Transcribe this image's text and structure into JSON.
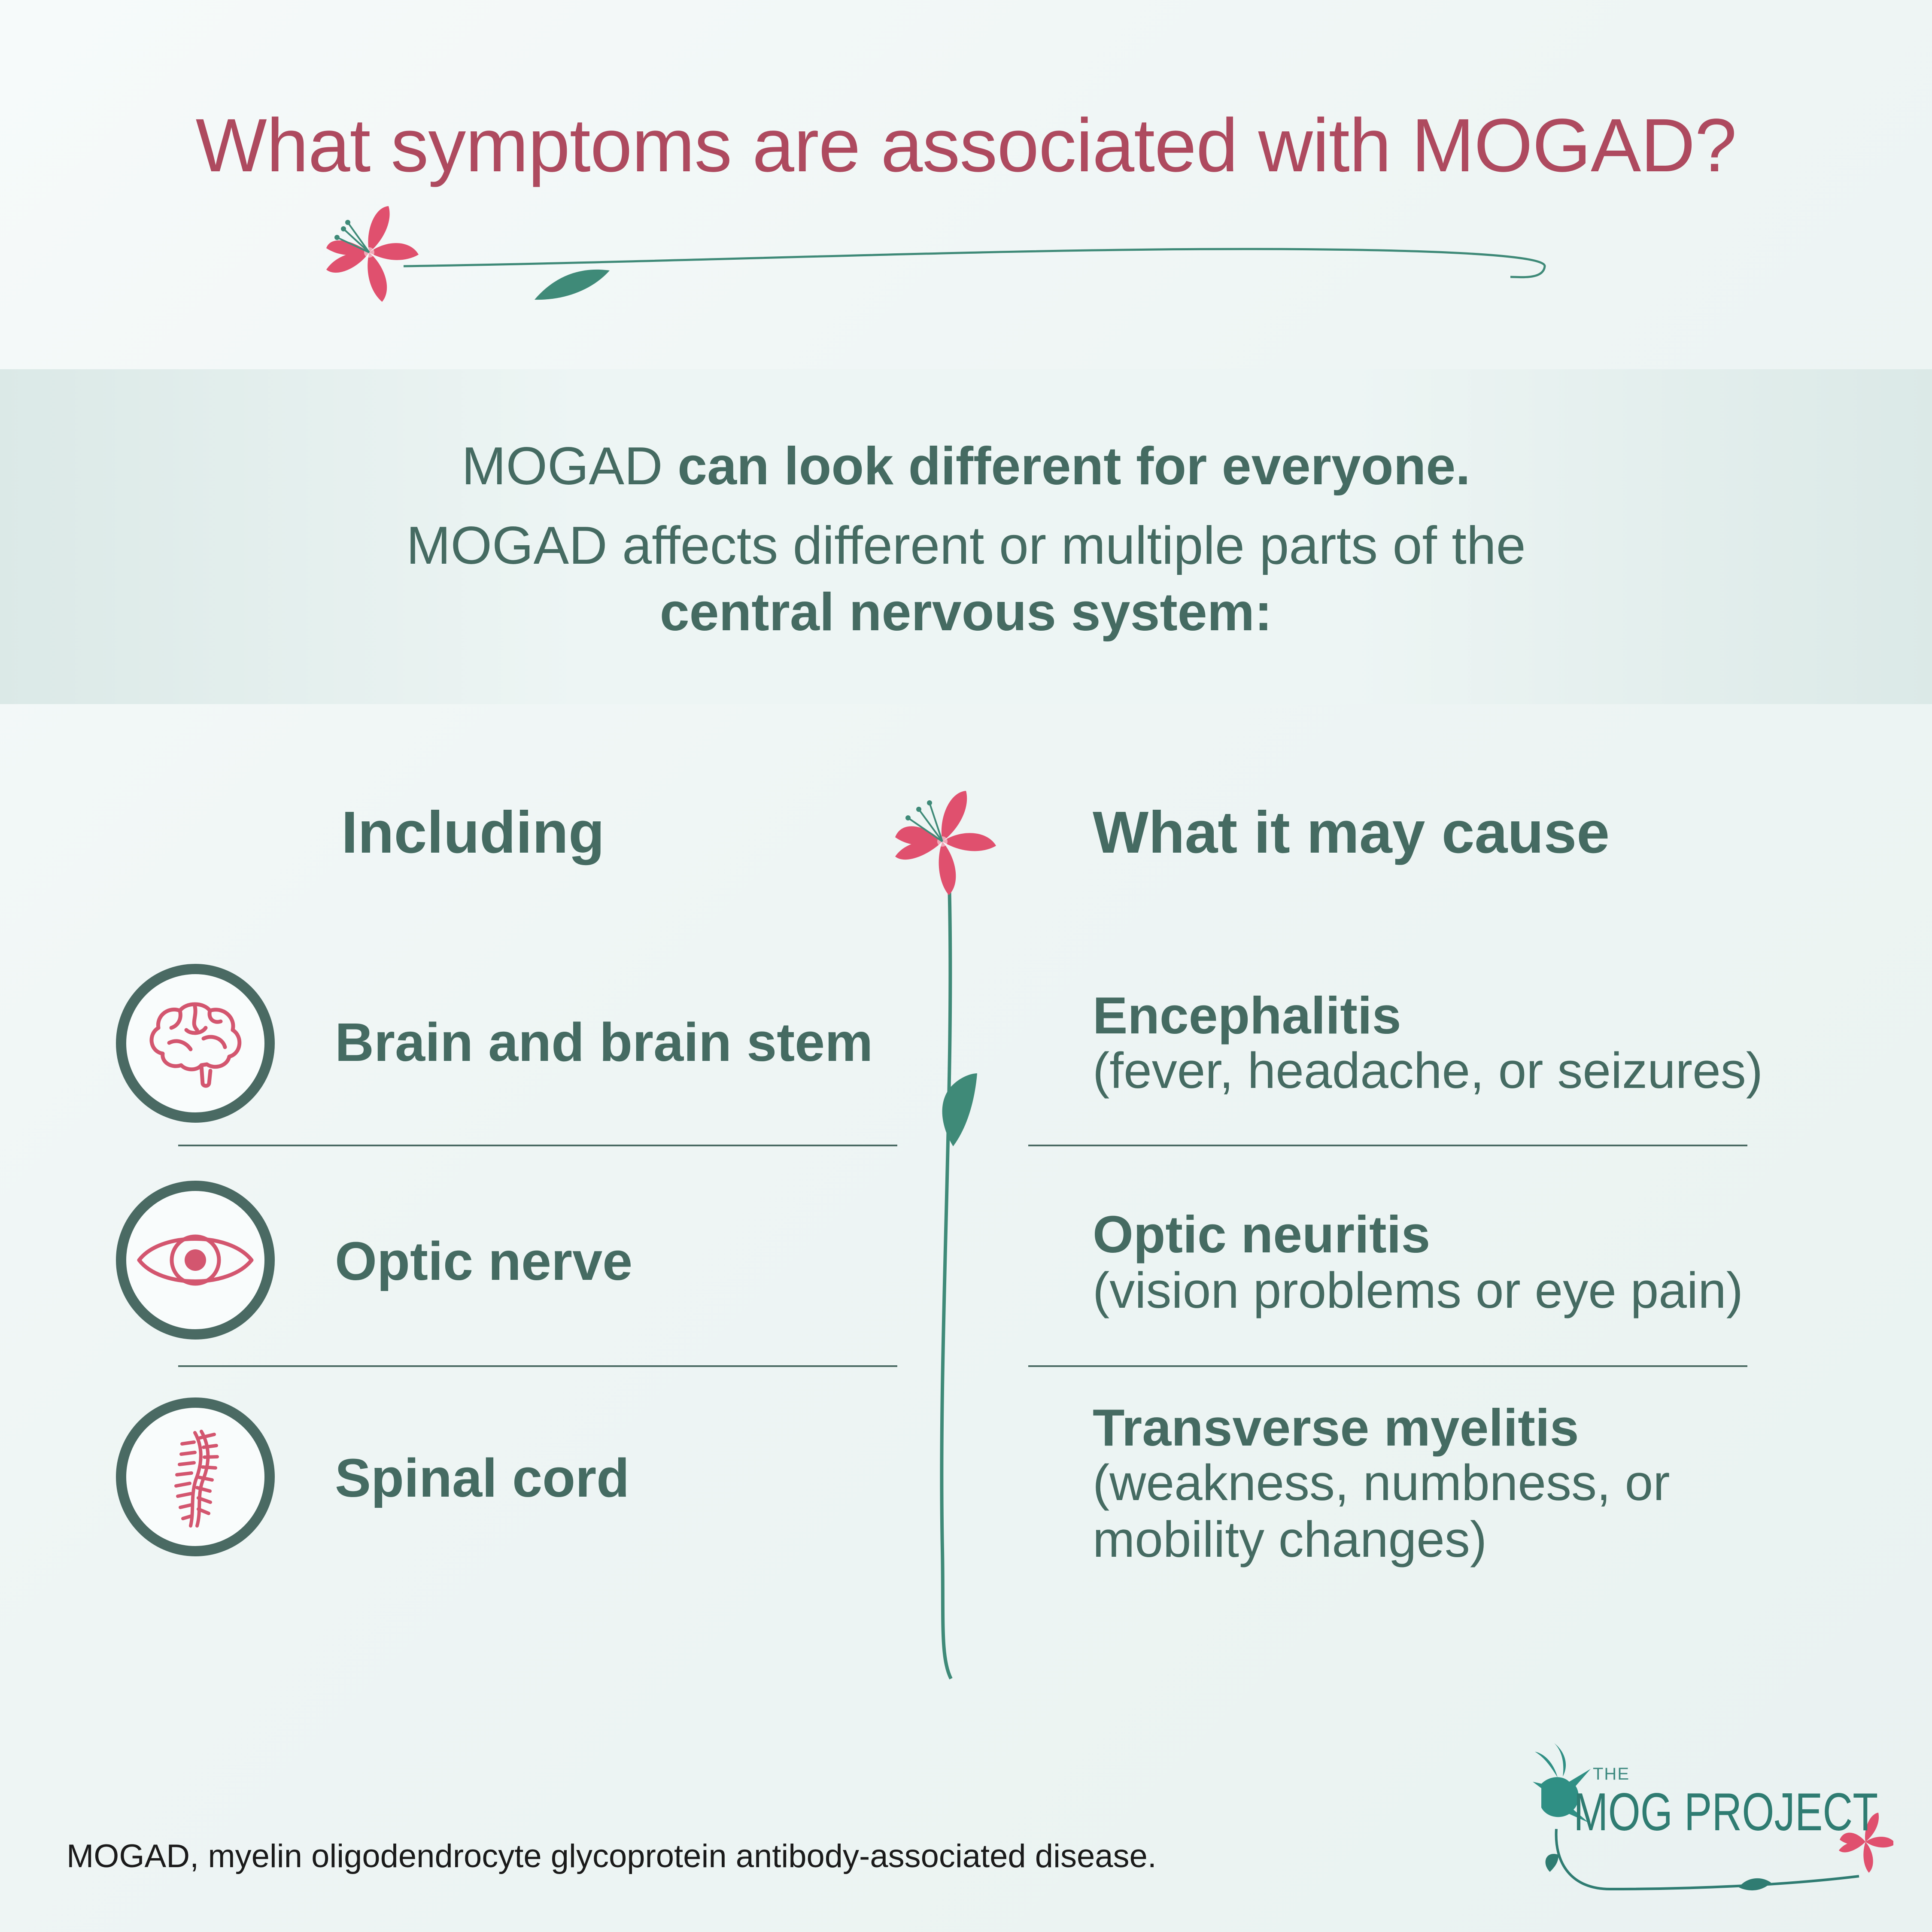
{
  "title": "What symptoms are associated with MOGAD?",
  "intro": {
    "line1_plain": "MOGAD ",
    "line1_bold": "can look different for everyone.",
    "line2": "MOGAD affects different or multiple parts of the",
    "line3_bold": "central nervous system:"
  },
  "columns": {
    "left_heading": "Including",
    "right_heading": "What it may cause"
  },
  "parts": [
    {
      "label": "Brain and brain stem",
      "icon": "brain-icon"
    },
    {
      "label": "Optic nerve",
      "icon": "eye-icon"
    },
    {
      "label": "Spinal cord",
      "icon": "spine-icon"
    }
  ],
  "causes": [
    {
      "title": "Encephalitis",
      "desc": [
        "(fever, headache, or seizures)"
      ]
    },
    {
      "title": "Optic neuritis",
      "desc": [
        "(vision problems or eye pain)"
      ]
    },
    {
      "title": "Transverse myelitis",
      "desc": [
        "(weakness, numbness, or",
        "mobility changes)"
      ]
    }
  ],
  "footnote": "MOGAD, myelin oligodendrocyte glycoprotein antibody-associated disease.",
  "logo": {
    "small": "THE",
    "main": "MOG PROJECT"
  },
  "colors": {
    "title": "#ae4a5f",
    "text": "#456b62",
    "icon_pink": "#d3566f",
    "flower": "#e0506e",
    "stem": "#3f8a78",
    "logo": "#2f7c72"
  }
}
